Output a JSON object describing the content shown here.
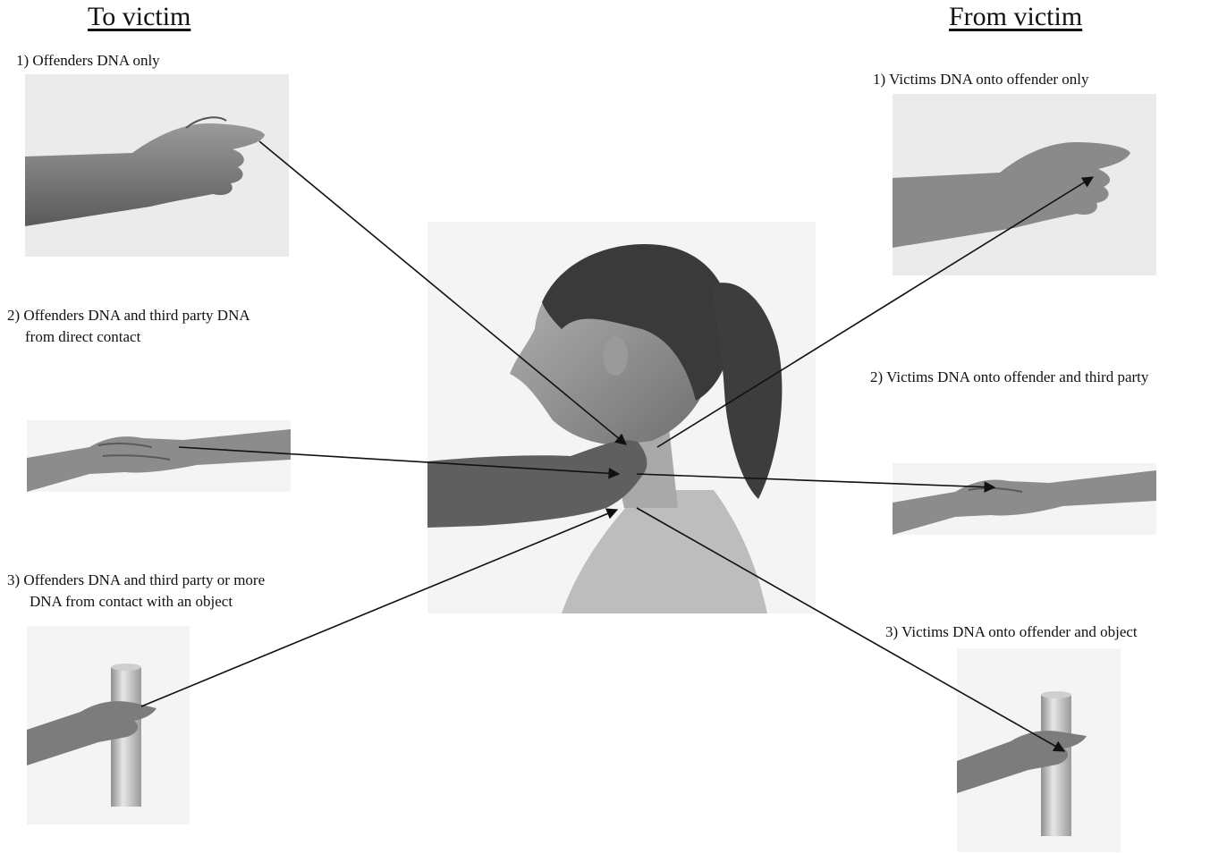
{
  "headings": {
    "to_victim": "To victim",
    "from_victim": "From victim"
  },
  "to_victim": {
    "item1": "1) Offenders DNA only",
    "item2_line1": "2) Offenders DNA and third party DNA",
    "item2_line2": "from direct contact",
    "item3_line1": "3) Offenders DNA and third party or more",
    "item3_line2": "DNA from contact with an object"
  },
  "from_victim": {
    "item1": "1) Victims DNA onto offender only",
    "item2": "2) Victims DNA onto offender and third party",
    "item3": "3) Victims DNA onto offender and object"
  },
  "colors": {
    "skin": "#8a8a8a",
    "hair": "#3a3a3a",
    "panel": "#ebebeb",
    "arrow": "#111111"
  },
  "icons": {
    "hand": "hand-icon",
    "handshake": "handshake-icon",
    "cylinder": "cylinder-object-icon",
    "victim": "victim-head-icon"
  }
}
